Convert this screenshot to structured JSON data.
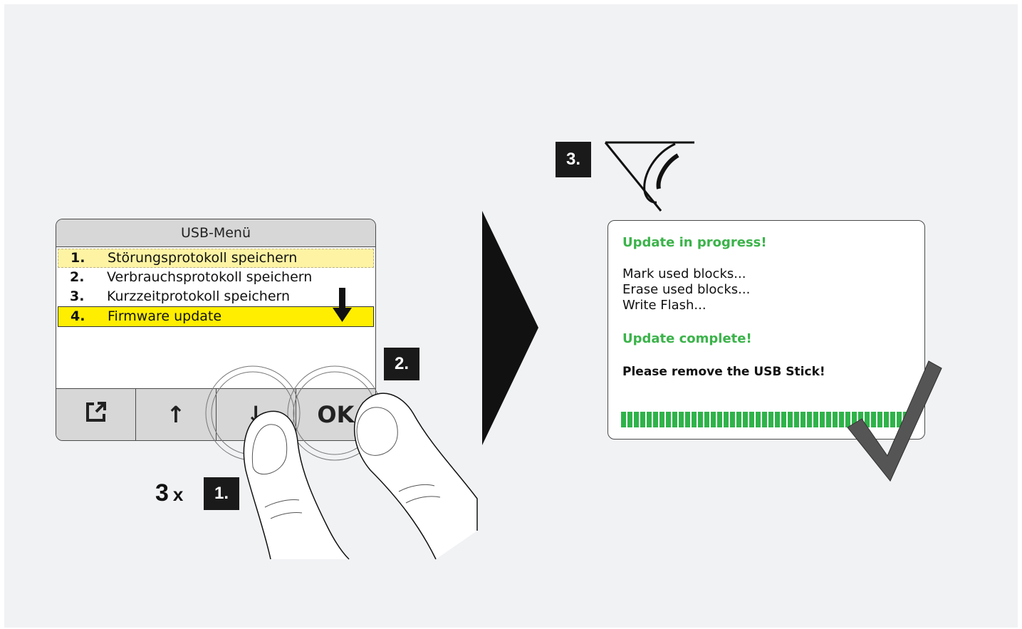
{
  "usb_menu": {
    "title": "USB-Menü",
    "items": [
      {
        "num": "1.",
        "label": "Störungsprotokoll speichern"
      },
      {
        "num": "2.",
        "label": "Verbrauchsprotokoll speichern"
      },
      {
        "num": "3.",
        "label": "Kurzzeitprotokoll speichern"
      },
      {
        "num": "4.",
        "label": "Firmware update"
      }
    ],
    "buttons": [
      {
        "icon": "external-link-icon",
        "label": ""
      },
      {
        "icon": "arrow-up-icon",
        "label": "↑"
      },
      {
        "icon": "arrow-down-icon",
        "label": "↓"
      },
      {
        "icon": "",
        "label": "OK"
      }
    ]
  },
  "steps": {
    "step1": "1.",
    "step1_count": "3",
    "step1_times": "x",
    "step2": "2.",
    "step3": "3."
  },
  "update_panel": {
    "heading_progress": "Update in progress!",
    "lines": [
      "Mark used blocks...",
      "Erase used blocks...",
      "Write Flash..."
    ],
    "heading_complete": "Update complete!",
    "remove_msg": "Please remove the USB Stick!",
    "progress_fraction": 1.0
  },
  "colors": {
    "highlight": "#ffee00",
    "highlight_light": "#fdf3a3",
    "success_green": "#3bb34a",
    "dark": "#1a1a1a"
  }
}
